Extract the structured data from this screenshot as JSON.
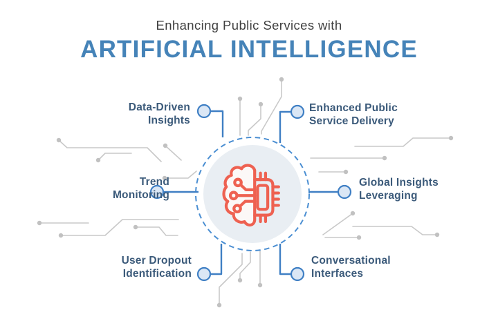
{
  "header": {
    "subtitle": "Enhancing Public Services with",
    "title": "ARTIFICIAL INTELLIGENCE"
  },
  "hub": {
    "icon": "ai-brain-chip-icon",
    "style": "dashed ring around filled circle"
  },
  "nodes": [
    {
      "id": "data-driven-insights",
      "line1": "Data-Driven",
      "line2": "Insights",
      "position": "top-left"
    },
    {
      "id": "enhanced-public-service-delivery",
      "line1": "Enhanced Public",
      "line2": "Service Delivery",
      "position": "top-right"
    },
    {
      "id": "trend-monitoring",
      "line1": "Trend",
      "line2": "Monitoring",
      "position": "mid-left"
    },
    {
      "id": "global-insights-leveraging",
      "line1": "Global Insights",
      "line2": "Leveraging",
      "position": "mid-right"
    },
    {
      "id": "user-dropout-identification",
      "line1": "User Dropout",
      "line2": "Identification",
      "position": "bottom-left"
    },
    {
      "id": "conversational-interfaces",
      "line1": "Conversational",
      "line2": "Interfaces",
      "position": "bottom-right"
    }
  ],
  "colors": {
    "title_blue": "#4583b8",
    "subtitle_gray": "#3f3f3f",
    "label_navy": "#3b5a7a",
    "connector_blue": "#3f7fc4",
    "connector_fill": "#dbe7f5",
    "ring_dash_blue": "#4a8ed2",
    "hub_fill": "#e9eef3",
    "icon_red": "#ee6151",
    "trace_gray": "#c9c9c9"
  }
}
